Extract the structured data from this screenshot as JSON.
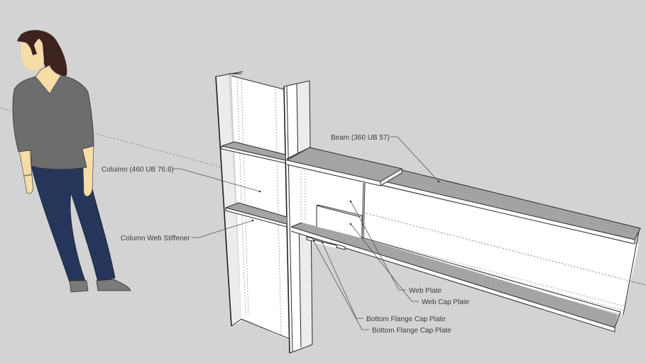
{
  "scene": {
    "background_color": "#d3d3d3",
    "style": "SketchUp hidden-line render"
  },
  "figure": {
    "description": "Scale figure of a woman standing",
    "colors": {
      "hair": "#3d2320",
      "skin": "#f6dca6",
      "shirt": "#6d6d6d",
      "pants": "#25365a",
      "shoes": "#7a7a7a"
    }
  },
  "labels": {
    "column": "Coluimn (460 UB 76.6)",
    "beam": "Beam (360 UB 57)",
    "column_web_stiffener": "Column Web Stiffener",
    "web_plate": "Web Plate",
    "web_cap_plate": "Web Cap Plate",
    "bottom_flange_cap_plate_1": "Bottom Flange Cap Plate",
    "bottom_flange_cap_plate_2": "Bottom Flange Cap Plate"
  },
  "members": [
    {
      "name": "column",
      "section": "460 UB 76.6"
    },
    {
      "name": "beam",
      "section": "360 UB 57"
    }
  ]
}
